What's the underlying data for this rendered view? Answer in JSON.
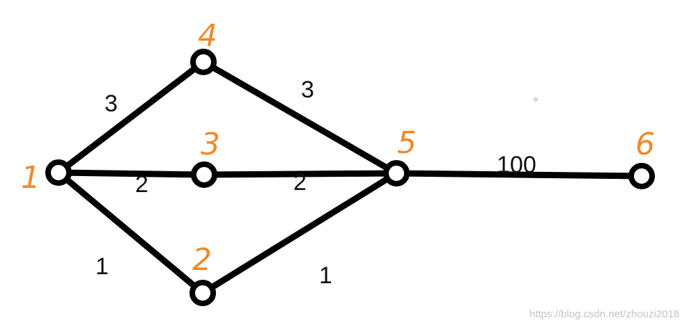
{
  "colors": {
    "edge": "#000000",
    "node_fill": "#ffffff",
    "node_label": "#f08a2a",
    "weight_label": "#111111",
    "watermark": "#c4c4c4"
  },
  "nodes": [
    {
      "id": "1",
      "label": "1"
    },
    {
      "id": "2",
      "label": "2"
    },
    {
      "id": "3",
      "label": "3"
    },
    {
      "id": "4",
      "label": "4"
    },
    {
      "id": "5",
      "label": "5"
    },
    {
      "id": "6",
      "label": "6"
    }
  ],
  "edges": [
    {
      "from": "1",
      "to": "4",
      "weight": "3"
    },
    {
      "from": "1",
      "to": "3",
      "weight": "2"
    },
    {
      "from": "1",
      "to": "2",
      "weight": "1"
    },
    {
      "from": "4",
      "to": "5",
      "weight": "3"
    },
    {
      "from": "3",
      "to": "5",
      "weight": "2"
    },
    {
      "from": "2",
      "to": "5",
      "weight": "1"
    },
    {
      "from": "5",
      "to": "6",
      "weight": "100"
    }
  ],
  "watermark": "https://blog.csdn.net/zhouzi2018"
}
